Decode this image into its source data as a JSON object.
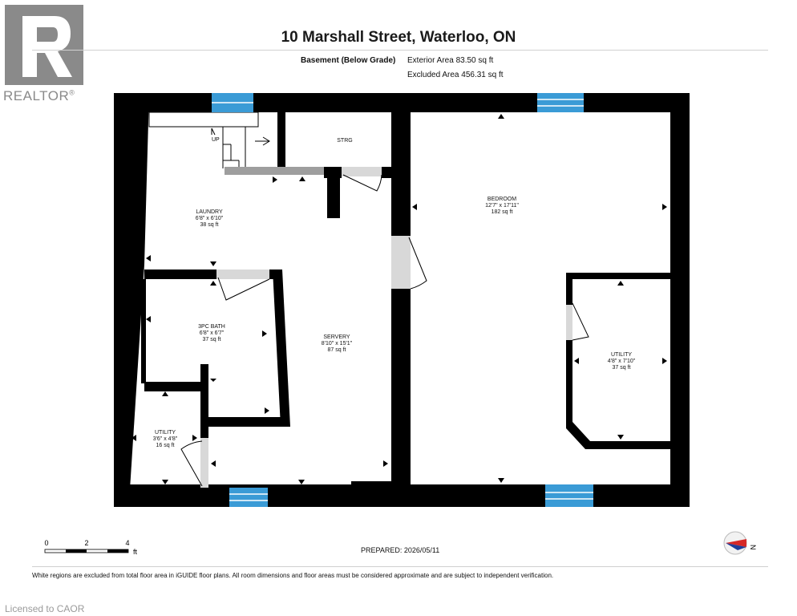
{
  "header": {
    "title": "10 Marshall Street, Waterloo, ON",
    "level": "Basement (Below Grade)",
    "exterior_area": "Exterior Area 83.50 sq ft",
    "excluded_area": "Excluded Area 456.31 sq ft"
  },
  "logo": {
    "text": "REALTOR",
    "registered": "®",
    "icon": "realtor-r-logo-icon"
  },
  "rooms": [
    {
      "name": "LAUNDRY",
      "dims": "6'8\" x 6'10\"",
      "area": "38 sq ft"
    },
    {
      "name": "3PC BATH",
      "dims": "6'8\" x 6'7\"",
      "area": "37 sq ft"
    },
    {
      "name": "UTILITY",
      "dims": "3'6\" x 4'8\"",
      "area": "16 sq ft"
    },
    {
      "name": "SERVERY",
      "dims": "8'10\" x 15'1\"",
      "area": "87 sq ft"
    },
    {
      "name": "BEDROOM",
      "dims": "12'7\" x 17'11\"",
      "area": "182 sq ft"
    },
    {
      "name": "UTILITY",
      "dims": "4'8\" x 7'10\"",
      "area": "37 sq ft"
    }
  ],
  "labels": {
    "storage": "STRG",
    "stairs": "UP"
  },
  "scale": {
    "ticks": [
      "0",
      "2",
      "4"
    ],
    "unit": "ft"
  },
  "compass": {
    "letter": "N",
    "icon": "north-arrow-icon"
  },
  "prepared": "PREPARED: 2026/05/11",
  "footer_note": "White regions are excluded from total floor area in iGUIDE floor plans. All room dimensions and floor areas must be considered approximate and are subject to independent verification.",
  "licensed": "Licensed to CAOR",
  "colors": {
    "wall": "#000000",
    "window": "#3a9bd6",
    "door_swing": "#d8d8d8",
    "logo": "#8a8a8a"
  }
}
